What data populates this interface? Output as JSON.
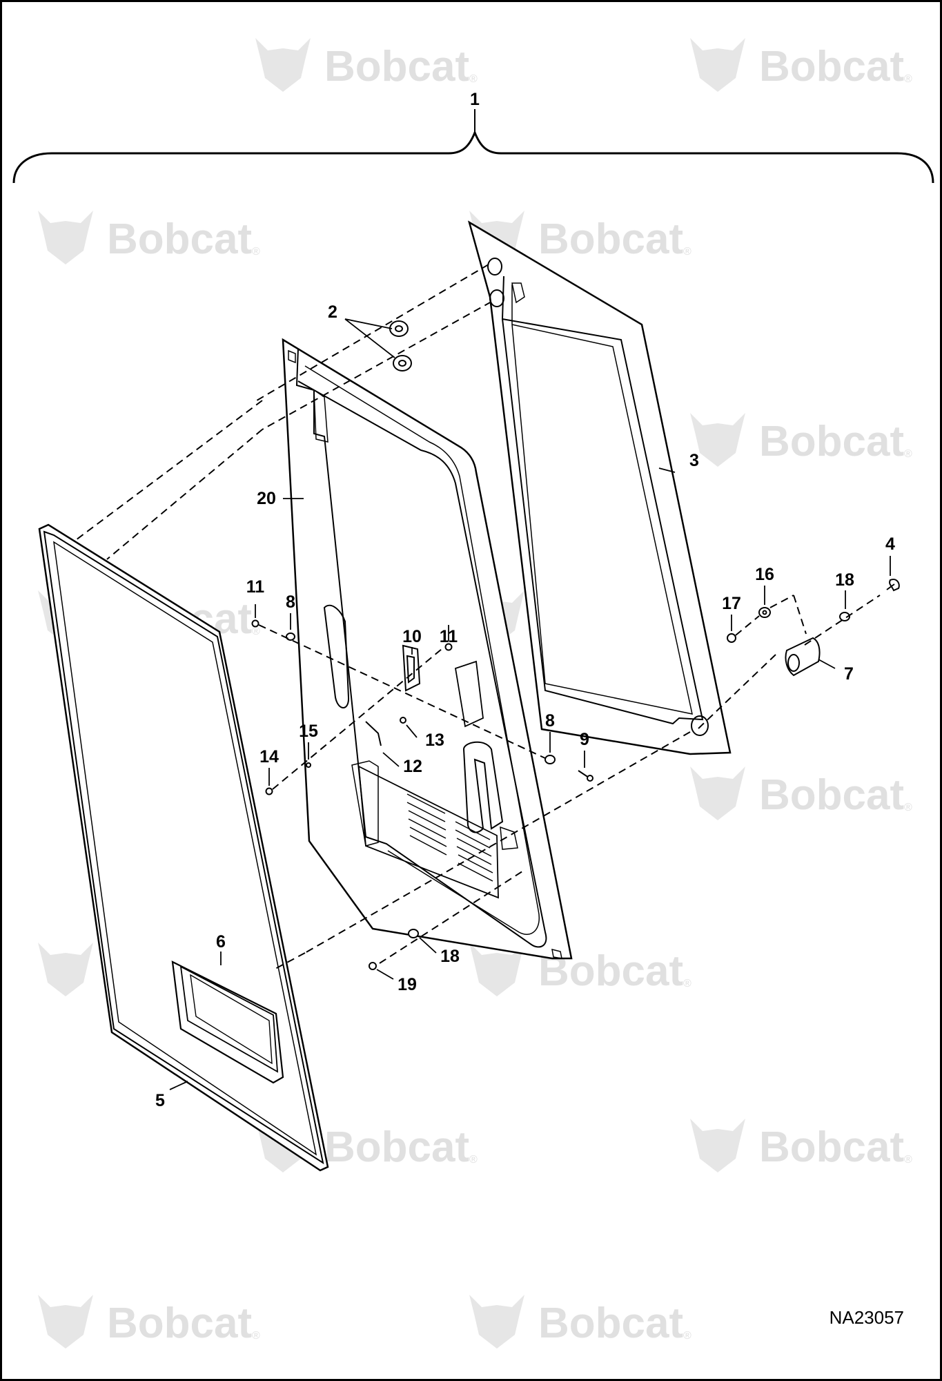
{
  "diagram": {
    "watermark_text": "Bobcat",
    "watermark_mark": "®",
    "drawing_id": "NA23057",
    "callouts": {
      "c1": "1",
      "c2": "2",
      "c3": "3",
      "c4": "4",
      "c5": "5",
      "c6": "6",
      "c7": "7",
      "c8a": "8",
      "c8b": "8",
      "c9": "9",
      "c10": "10",
      "c11a": "11",
      "c11b": "11",
      "c12": "12",
      "c13": "13",
      "c14": "14",
      "c15": "15",
      "c16": "16",
      "c17": "17",
      "c18a": "18",
      "c18b": "18",
      "c19": "19",
      "c20": "20"
    },
    "colors": {
      "line": "#000000",
      "watermark": "#e0e0e0",
      "border": "#000000"
    }
  }
}
